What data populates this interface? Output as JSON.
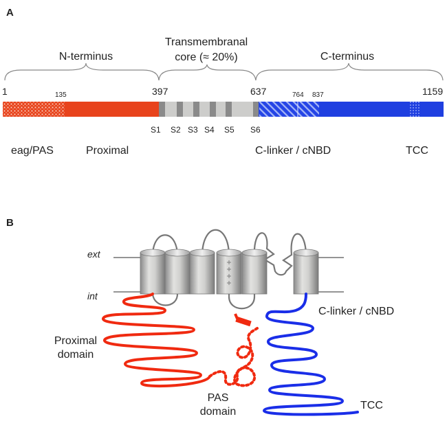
{
  "panel_a": {
    "letter": "A",
    "regions": {
      "n_terminus": "N-terminus",
      "transmembrane_line1": "Transmembranal",
      "transmembrane_line2": "core (≈ 20%)",
      "c_terminus": "C-terminus"
    },
    "positions": {
      "start": "1",
      "eag_end": "135",
      "tm_start": "397",
      "tm_end": "637",
      "cnbd_mid": "764",
      "cnbd_end": "837",
      "end": "1159"
    },
    "segments": [
      "S1",
      "S2",
      "S3",
      "S4",
      "S5",
      "S6"
    ],
    "domains": {
      "eag_pas": "eag/PAS",
      "proximal": "Proximal",
      "clinker_cnbd": "C-linker / cNBD",
      "tcc": "TCC"
    },
    "colors": {
      "proximal": "#e8431c",
      "core": "#c9c9c6",
      "core_dark": "#888888",
      "c_terminus": "#1f3fe0"
    }
  },
  "panel_b": {
    "letter": "B",
    "membrane": {
      "ext": "ext",
      "int": "int"
    },
    "labels": {
      "clinker_cnbd": "C-linker / cNBD",
      "proximal_line1": "Proximal",
      "proximal_line2": "domain",
      "pas_line1": "PAS",
      "pas_line2": "domain",
      "tcc": "TCC"
    },
    "colors": {
      "red": "#f02a10",
      "blue": "#1a2ee8",
      "helix": "#bdbdbd"
    }
  }
}
